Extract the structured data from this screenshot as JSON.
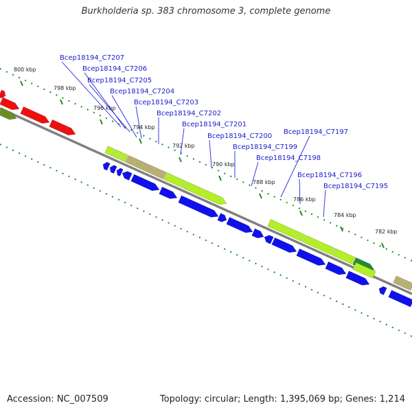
{
  "title": "Burkholderia sp. 383 chromosome 3, complete genome",
  "footer": {
    "accession": "Accession: NC_007509",
    "stats": "Topology: circular; Length: 1,395,069 bp; Genes: 1,214"
  },
  "colors": {
    "backbone": "#808080",
    "tick": "#1e8c1e",
    "label_text": "#1a1acc",
    "callout_line": "#2222dd",
    "strand_minus_cds": "#1010ee",
    "strand_plus_cds": "#b4ee28",
    "strand_plus_gene": "#b8b070",
    "red_feature": "#ee1010",
    "olive_feature": "#6b8e23",
    "dark_green_feature": "#1f8c3a"
  },
  "scale_ticks": [
    {
      "label": "800 kbp",
      "kbp": 800
    },
    {
      "label": "798 kbp",
      "kbp": 798
    },
    {
      "label": "796 kbp",
      "kbp": 796
    },
    {
      "label": "794 kbp",
      "kbp": 794
    },
    {
      "label": "792 kbp",
      "kbp": 792
    },
    {
      "label": "790 kbp",
      "kbp": 790
    },
    {
      "label": "788 kbp",
      "kbp": 788
    },
    {
      "label": "786 kbp",
      "kbp": 786
    },
    {
      "label": "784 kbp",
      "kbp": 784
    },
    {
      "label": "782 kbp",
      "kbp": 782
    }
  ],
  "gene_labels": [
    "Bcep18194_C7207",
    "Bcep18194_C7206",
    "Bcep18194_C7205",
    "Bcep18194_C7204",
    "Bcep18194_C7203",
    "Bcep18194_C7202",
    "Bcep18194_C7201",
    "Bcep18194_C7200",
    "Bcep18194_C7199",
    "Bcep18194_C7198",
    "Bcep18194_C7197",
    "Bcep18194_C7196",
    "Bcep18194_C7195"
  ]
}
